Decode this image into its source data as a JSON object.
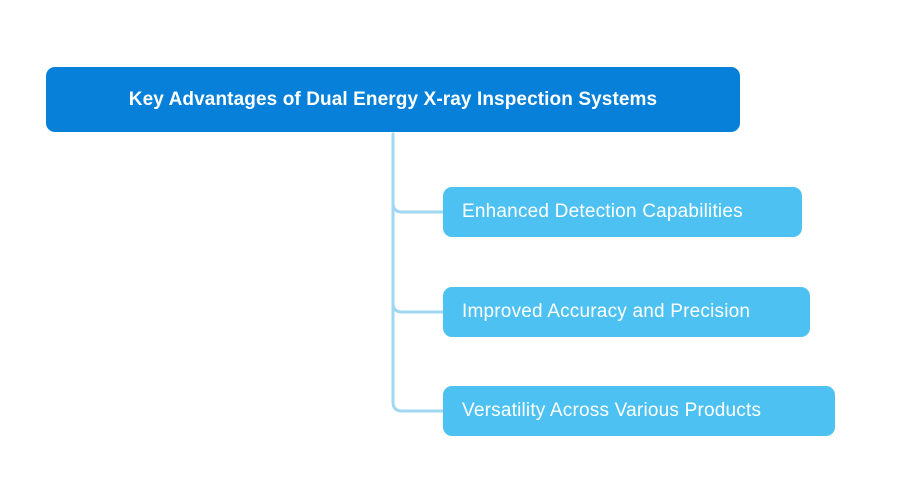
{
  "diagram": {
    "type": "mindmap",
    "title_node": {
      "label": "Key Advantages of Dual Energy X-ray Inspection Systems"
    },
    "child_nodes": [
      {
        "label": "Enhanced Detection Capabilities"
      },
      {
        "label": "Improved Accuracy and Precision"
      },
      {
        "label": "Versatility Across Various Products"
      }
    ]
  },
  "colors": {
    "canvas_bg": "#ffffff",
    "root_fill": "#0680d8",
    "child_fill": "#4dc2f2",
    "connector": "#a0d7f2",
    "node_text": "#ffffff"
  }
}
